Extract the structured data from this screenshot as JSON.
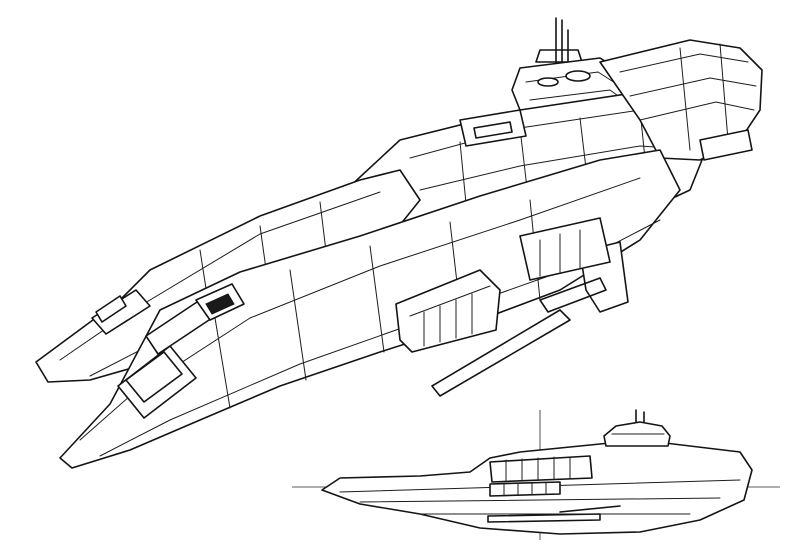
{
  "drawing": {
    "style": "monochrome line art",
    "ink_color": "#141414",
    "paper_color": "#ffffff",
    "views": [
      "perspective-view",
      "side-elevation-view"
    ]
  }
}
